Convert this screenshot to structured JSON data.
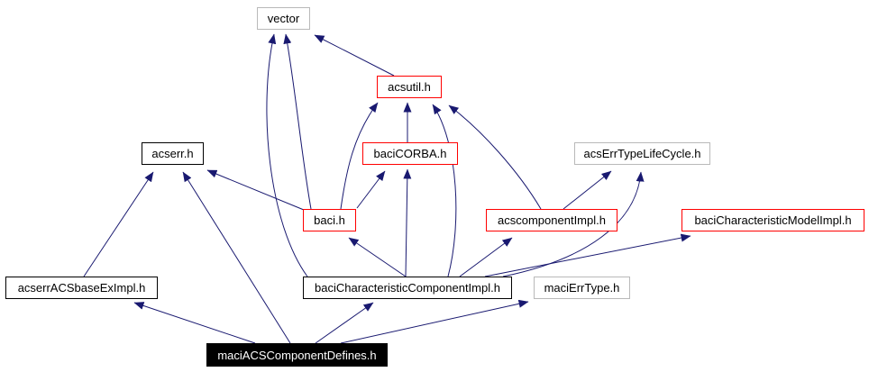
{
  "diagram": {
    "type": "include-dependency-graph",
    "main_file": "maciACSComponentDefines.h",
    "background_color": "#ffffff",
    "edge_color": "#191970",
    "palette": {
      "red_border": "#ff0000",
      "black_border": "#000000",
      "gray_border": "#b9b9b9",
      "main_fill": "#000000",
      "main_text": "#ffffff"
    },
    "nodes": [
      {
        "id": "vector",
        "label": "vector",
        "style": "gray"
      },
      {
        "id": "acsutil",
        "label": "acsutil.h",
        "style": "red"
      },
      {
        "id": "acserr",
        "label": "acserr.h",
        "style": "black"
      },
      {
        "id": "baciCORBA",
        "label": "baciCORBA.h",
        "style": "red"
      },
      {
        "id": "acsErrTypeLifeCycle",
        "label": "acsErrTypeLifeCycle.h",
        "style": "gray"
      },
      {
        "id": "baci",
        "label": "baci.h",
        "style": "red"
      },
      {
        "id": "acscomponentImpl",
        "label": "acscomponentImpl.h",
        "style": "red"
      },
      {
        "id": "baciCharacteristicModelImpl",
        "label": "baciCharacteristicModelImpl.h",
        "style": "red"
      },
      {
        "id": "acserrACSbaseExImpl",
        "label": "acserrACSbaseExImpl.h",
        "style": "black"
      },
      {
        "id": "baciCharacteristicComponentImpl",
        "label": "baciCharacteristicComponentImpl.h",
        "style": "black"
      },
      {
        "id": "maciErrType",
        "label": "maciErrType.h",
        "style": "gray"
      },
      {
        "id": "maciACSComponentDefines",
        "label": "maciACSComponentDefines.h",
        "style": "main"
      }
    ],
    "edges": [
      {
        "from": "acsutil",
        "to": "vector"
      },
      {
        "from": "baci",
        "to": "vector"
      },
      {
        "from": "baciCharacteristicComponentImpl",
        "to": "vector"
      },
      {
        "from": "baci",
        "to": "acsutil"
      },
      {
        "from": "baciCORBA",
        "to": "acsutil"
      },
      {
        "from": "baciCharacteristicComponentImpl",
        "to": "acsutil"
      },
      {
        "from": "acscomponentImpl",
        "to": "acsutil"
      },
      {
        "from": "acserrACSbaseExImpl",
        "to": "acserr"
      },
      {
        "from": "maciACSComponentDefines",
        "to": "acserr"
      },
      {
        "from": "baci",
        "to": "acserr"
      },
      {
        "from": "baci",
        "to": "baciCORBA"
      },
      {
        "from": "baciCharacteristicComponentImpl",
        "to": "baciCORBA"
      },
      {
        "from": "acscomponentImpl",
        "to": "acsErrTypeLifeCycle"
      },
      {
        "from": "baciCharacteristicComponentImpl",
        "to": "acsErrTypeLifeCycle"
      },
      {
        "from": "baciCharacteristicComponentImpl",
        "to": "baci"
      },
      {
        "from": "baciCharacteristicComponentImpl",
        "to": "acscomponentImpl"
      },
      {
        "from": "baciCharacteristicComponentImpl",
        "to": "baciCharacteristicModelImpl"
      },
      {
        "from": "maciACSComponentDefines",
        "to": "acserrACSbaseExImpl"
      },
      {
        "from": "maciACSComponentDefines",
        "to": "baciCharacteristicComponentImpl"
      },
      {
        "from": "maciACSComponentDefines",
        "to": "maciErrType"
      }
    ]
  }
}
